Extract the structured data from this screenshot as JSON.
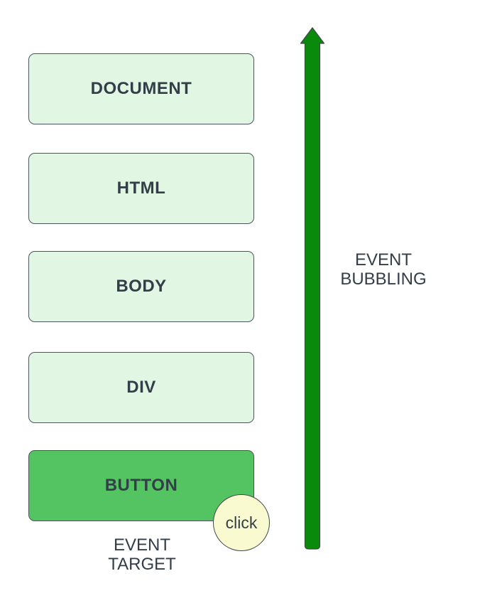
{
  "diagram": {
    "type": "dom-event-bubbling",
    "layers": [
      {
        "label": "DOCUMENT"
      },
      {
        "label": "HTML"
      },
      {
        "label": "BODY"
      },
      {
        "label": "DIV"
      },
      {
        "label": "BUTTON"
      }
    ],
    "target_layer": "BUTTON",
    "click_badge": {
      "label": "click"
    },
    "arrow": {
      "direction": "up",
      "label": "EVENT\nBUBBLING"
    },
    "target_caption": "EVENT\nTARGET"
  },
  "colors": {
    "box-fill": "#e1f6e3",
    "box-border": "#4b555c",
    "button-fill": "#54c362",
    "arrow-green": "#0a8a0a",
    "arrow-stroke": "#3f474d",
    "click-fill": "#fafad0",
    "text-color": "#333e48",
    "bg": "#ffffff"
  }
}
